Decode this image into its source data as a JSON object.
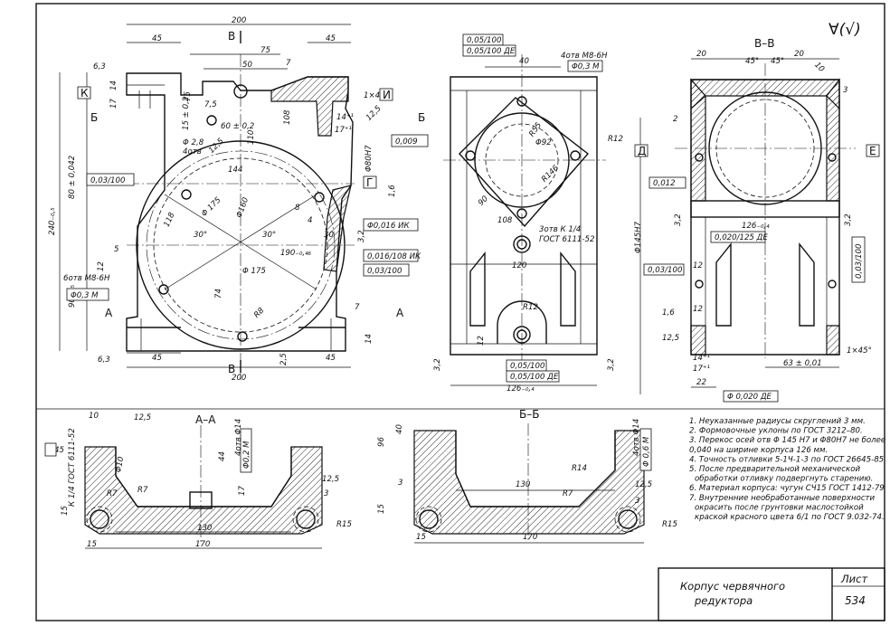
{
  "roughness_symbol": "∀(√)",
  "sections": {
    "view_bb": "В–В",
    "section_aa": "А–А",
    "section_bb": "Б–Б",
    "cut_b": "В",
    "cut_a": "А",
    "cut_bb": "Б",
    "datum_k": "К",
    "datum_i": "И",
    "datum_g": "Г",
    "datum_d": "Д",
    "datum_e": "Е"
  },
  "front_view": {
    "dims": {
      "d200_top": "200",
      "d45_left": "45",
      "d45_right": "45",
      "d75": "75",
      "d50": "50",
      "d75b": "75",
      "d7_top": "7",
      "d63": "6,3",
      "d14": "14",
      "d17": "17",
      "d15": "15 ± 0,2",
      "d28": "Φ 2,8",
      "d4otv": "4отв",
      "d125a": "12,5",
      "d60": "60 ± 0,2",
      "d110": "110",
      "d108": "108",
      "d144": "144",
      "d14b": "14⁺¹",
      "d17b": "17⁺¹",
      "chamfer": "1×45°",
      "d125b": "12,5",
      "phi80": "Φ80H7",
      "d16": "1,6",
      "d240": "240₋₀,₅",
      "d80": "80 ± 0,042",
      "d90": "90₋₀,₅",
      "d118": "118",
      "phi175": "Φ 175",
      "phi175b": "Φ 175",
      "phi160": "Φ160",
      "d8": "8",
      "d4": "4",
      "d30a": "30°",
      "d30b": "30°",
      "d30c": "30",
      "d190": "190₋₀,₄₆",
      "d74": "74",
      "d5": "5",
      "d12": "12",
      "d32": "3,2",
      "d7": "7",
      "d14c": "14",
      "d45a": "45",
      "d45b": "45",
      "d200b": "200",
      "d25": "2,5",
      "r8": "R8",
      "d63b": "6,3",
      "holes": "6отв М8-6Н"
    },
    "frames": {
      "f_flat1": "0,03/100",
      "f_tol_flat": "0,009",
      "f_pos": "Φ0,016 ИК",
      "f_perp": "0,016/108 ИК",
      "f_flat2": "0,03/100",
      "f_pos2": "Φ0,3 М"
    }
  },
  "side_view": {
    "dims": {
      "d40": "40",
      "holes": "4отв М8-6Н",
      "r55": "R55",
      "phi92": "Φ92",
      "r146": "R146",
      "r12": "R12",
      "d90": "90",
      "d108": "108",
      "plug": "3отв К 1/4",
      "gost": "ГОСТ 6111-52",
      "d120": "120",
      "r12b": "R12",
      "d12": "12",
      "d32a": "3,2",
      "d32b": "3,2",
      "d126": "126₋₀,₄"
    },
    "frames": {
      "f1": "0,05/100",
      "f2": "0,05/100 ДЕ",
      "f3": "Φ0,3 М",
      "f4": "0,05/100",
      "f5": "0,05/100 ДЕ"
    }
  },
  "view_b": {
    "dims": {
      "d20a": "20",
      "d45a": "45°",
      "d45b": "45°",
      "d20b": "20",
      "d10": "10",
      "d3": "3",
      "d2": "2",
      "phi145": "Φ145H7",
      "d32a": "3,2",
      "d126": "126₋₀,₄",
      "d32b": "3,2",
      "d12a": "12",
      "d16": "1,6",
      "d125": "12,5",
      "d12b": "12",
      "chamfer": "1×45°",
      "d14": "14⁺¹",
      "d17": "17⁺¹",
      "d22": "22",
      "d63": "63 ± 0,01"
    },
    "frames": {
      "f1": "0,012",
      "f2": "0,020/125 ДЕ",
      "f3": "0,03/100",
      "f4": "0,03/100",
      "f5": "Φ 0,020 ДЕ"
    }
  },
  "section_a": {
    "dims": {
      "d10": "10",
      "d125": "12,5",
      "d45": "45",
      "plug": "К 1/4 ГОСТ 6111-52",
      "phi10": "Φ10",
      "r7a": "R7",
      "r7b": "R7",
      "d44": "44",
      "d17": "17",
      "holes": "4отв Φ14",
      "d125b": "12,5",
      "d3": "3",
      "r15": "R15",
      "d130": "130",
      "d170": "170",
      "d15": "15",
      "d15b": "15"
    },
    "frames": {
      "f1": "Φ0,2 М"
    }
  },
  "section_b": {
    "dims": {
      "d40": "40",
      "d96": "96",
      "d3": "3",
      "d130": "130",
      "r14": "R14",
      "r7": "R7",
      "holes": "4отв Φ14",
      "d125": "12,5",
      "r15": "R15",
      "d15": "15",
      "d15b": "15",
      "d170": "170",
      "d3b": "3"
    },
    "frames": {
      "f1": "Φ 0,6 М"
    }
  },
  "notes": [
    "1. Неуказанные радиусы скруглений 3 мм.",
    "2. Формовочные уклоны по ГОСТ 3212–80.",
    "3. Перекос осей отв Φ 145 Н7 и Φ80Н7 не более",
    "0,040 на ширине корпуса 126 мм.",
    "4. Точность отливки 5-1Ч-1-3 по ГОСТ 26645-85",
    "5. После предварительной механической",
    "обработки отливку подвергнуть старению.",
    "6. Материал корпуса: чугун СЧ15 ГОСТ 1412-79",
    "7. Внутренние необработанные поверхности",
    "окрасить после грунтовки маслостойкой",
    "краской красного цвета 6/1 по ГОСТ 9.032-74."
  ],
  "title_block": {
    "title_line1": "Корпус червячного",
    "title_line2": "редуктора",
    "sheet_label": "Лист",
    "sheet_number": "534"
  }
}
